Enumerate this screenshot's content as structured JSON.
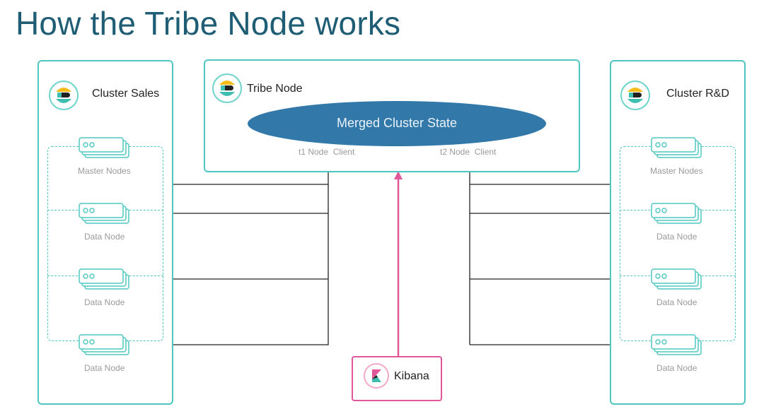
{
  "title": "How the Tribe Node works",
  "left_cluster": {
    "label": "Cluster Sales",
    "nodes": [
      "Master Nodes",
      "Data Node",
      "Data Node",
      "Data Node"
    ]
  },
  "right_cluster": {
    "label": "Cluster R&D",
    "nodes": [
      "Master Nodes",
      "Data Node",
      "Data Node",
      "Data Node"
    ]
  },
  "tribe": {
    "label": "Tribe Node",
    "state": "Merged Cluster State",
    "client_left": "t1 Node  Client",
    "client_right": "t2 Node  Client"
  },
  "kibana": {
    "label": "Kibana"
  },
  "colors": {
    "title": "#1e5d73",
    "panel_border": "#4fc7c0",
    "ellipse": "#3279aa",
    "kibana_accent": "#e0579a",
    "elastic_yellow": "#f3bc1b",
    "elastic_teal": "#3ebeb0"
  },
  "icons": [
    "elasticsearch-logo-icon",
    "server-stack-icon",
    "kibana-logo-icon"
  ]
}
